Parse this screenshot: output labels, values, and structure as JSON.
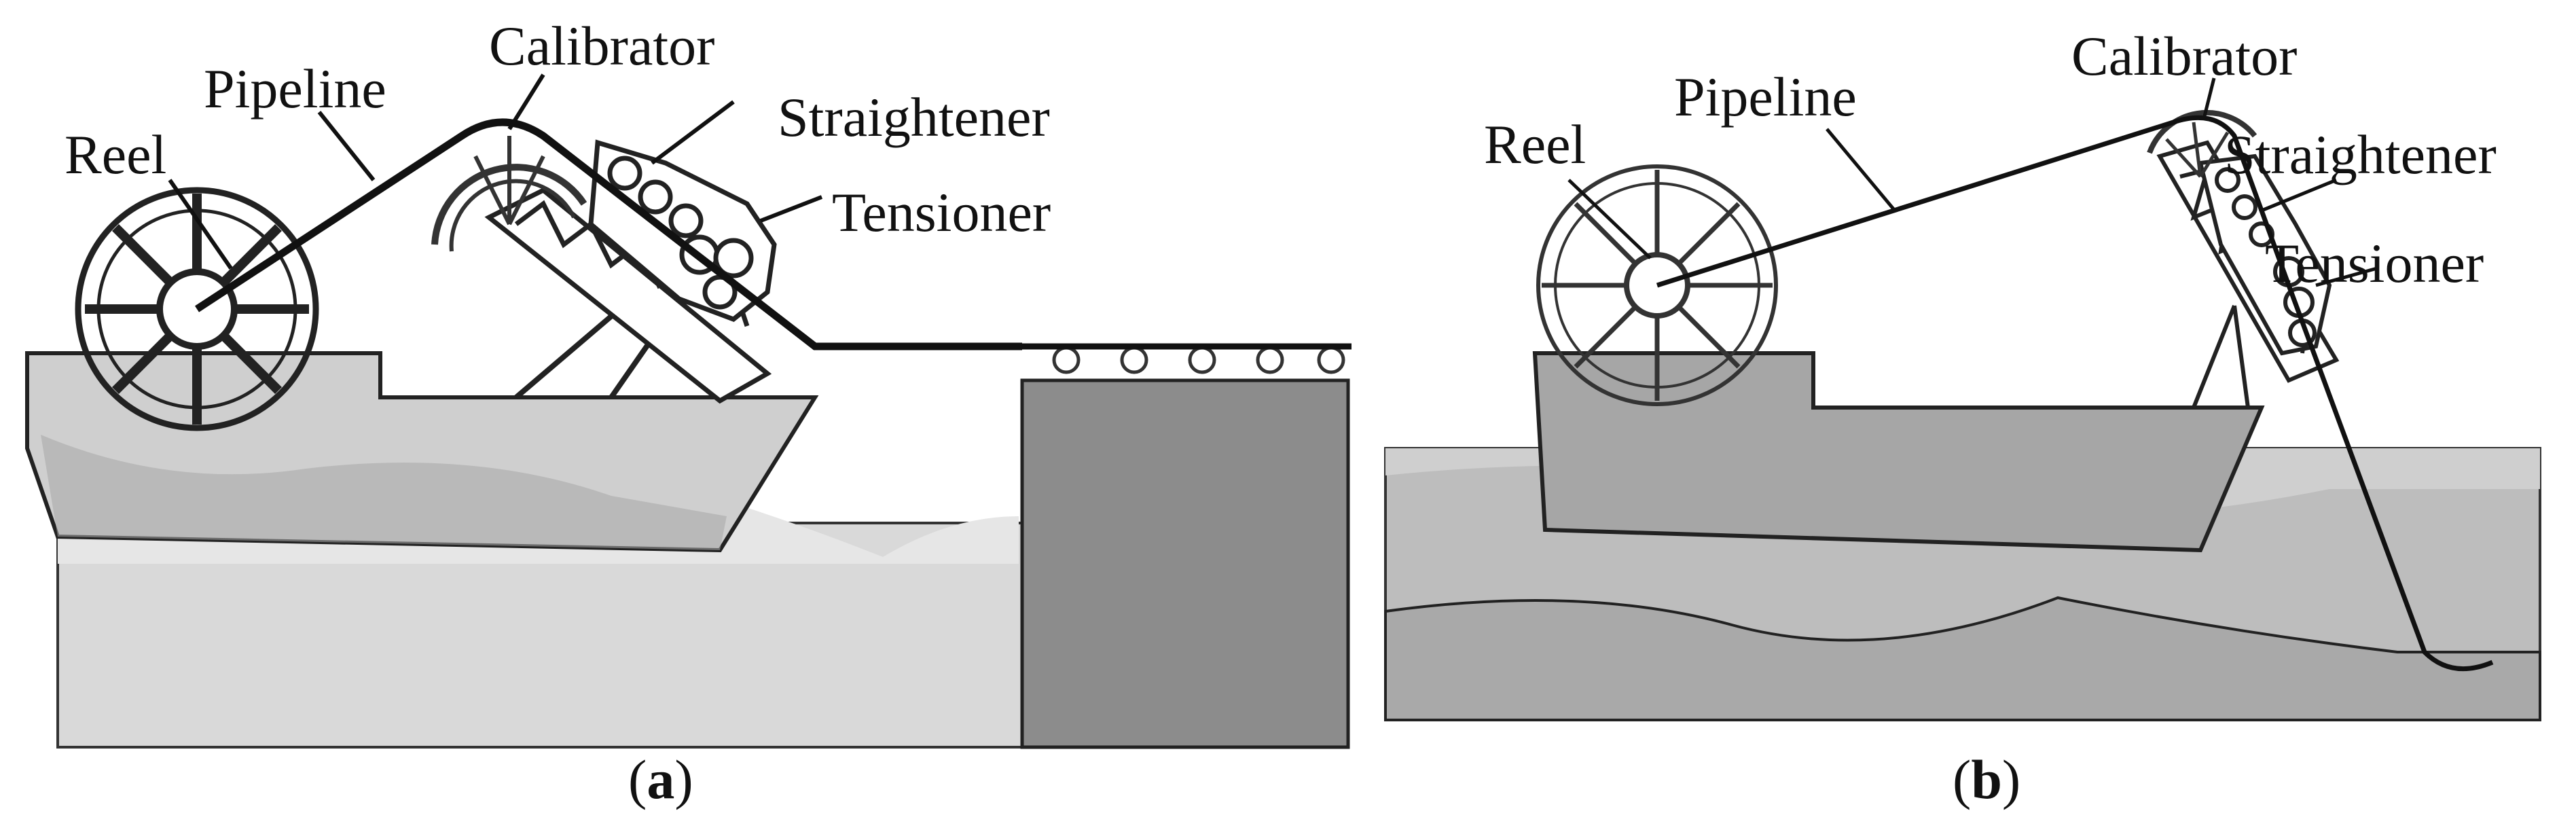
{
  "figure": {
    "panels": [
      {
        "id": "a",
        "caption_open": "(",
        "caption_letter": "a",
        "caption_close": ")",
        "labels": {
          "reel": "Reel",
          "pipeline": "Pipeline",
          "calibrator": "Calibrator",
          "straightener": "Straightener",
          "tensioner": "Tensioner"
        }
      },
      {
        "id": "b",
        "caption_open": "(",
        "caption_letter": "b",
        "caption_close": ")",
        "labels": {
          "reel": "Reel",
          "pipeline": "Pipeline",
          "calibrator": "Calibrator",
          "straightener": "Straightener",
          "tensioner": "Tensioner"
        }
      }
    ],
    "colors": {
      "sea_light": "#d4d4d4",
      "sea_mid": "#bdbdbd",
      "water_dark": "#9a9a9a",
      "quay": "#8c8c8c",
      "vessel": "#c8c8c8",
      "line": "#1a1a1a"
    }
  }
}
